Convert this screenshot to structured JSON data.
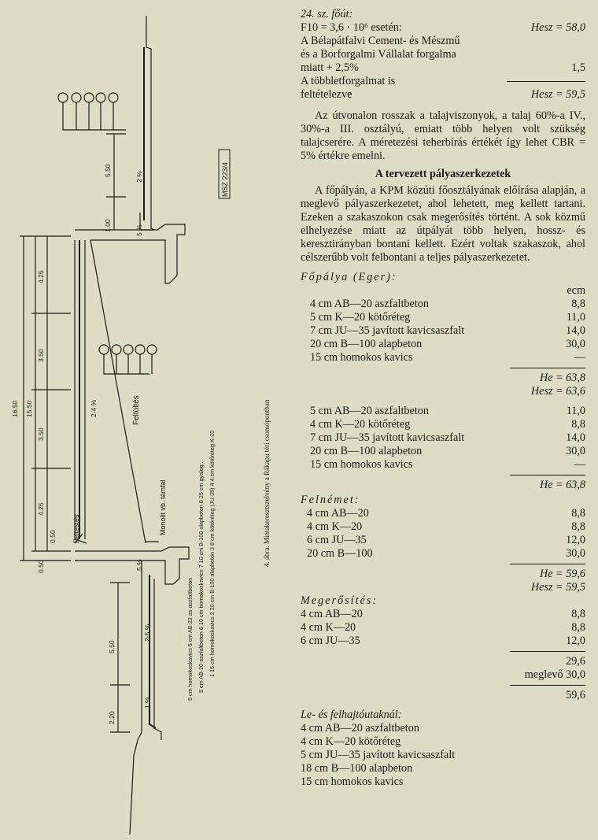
{
  "figure": {
    "caption": "4. ábra. Mintakeresztszelvény a Rákapu téri csomópontban",
    "stamp": "MSZ 223/4",
    "labels": {
      "feltoltes": "Feltöltés",
      "monolit": "Monolit vb. támfal",
      "feltetes": "Feltestés"
    },
    "dims_left": [
      "16.50",
      "15.50"
    ],
    "dims_inner": [
      "4.25",
      "3.50",
      "3.50",
      "4.25"
    ],
    "dims_top": [
      "5.50",
      "1.00"
    ],
    "dims_bottom": [
      "5.50",
      "2.20"
    ],
    "dims_small": [
      "0.50",
      "0.50"
    ],
    "slopes": [
      "2 %",
      "5 %",
      "2-4 %",
      "5 %",
      "2-5 %",
      "1 %"
    ],
    "legend_top": "1 15 cm homokoskavics  2 20 cm B-100 alapbeton  3 8 cm kötőréteg (JU-35)  4 4 cm kötőréteg K-20",
    "legend_mid": "5 cm AB-20 aszfaltbeton  6 10 cm homokoskavics  7 10 cm B-100 alapbeton  8 25 cm gyalog...",
    "legend_bottom": "5 cm homokoskavics  5 cm AB-22 as aszfaltbeton"
  },
  "text": {
    "route": "24. sz. főút:",
    "f10": "F10 = 3,6 · 10⁶ esetén:",
    "hesz1": "Hesz = 58,0",
    "belapatfalvi1": "A Bélapátfalvi Cement- és Mészmű",
    "belapatfalvi2": "és a Borforgalmi Vállalat forgalma",
    "belapatfalvi3": "miatt + 2,5%",
    "belapatfalvi_val": "1,5",
    "tobblet1": "A többletforgalmat is",
    "tobblet2": "feltételezve",
    "hesz2": "Hesz = 59,5",
    "para1": "Az útvonalon rosszak a talajviszonyok, a talaj 60%-a IV., 30%-a III. osztályú, emiatt több helyen volt szükség talajcserére. A méretezési teherbírás értékét így lehet CBR = 5% értékre emelni.",
    "heading": "A tervezett pályaszerkezetek",
    "para2": "A főpályán, a KPM közúti főosztályának előírása alapján, a meglevő pályaszerkezetet, ahol lehetett, meg kellett tartani. Ezeken a szakaszokon csak megerősítés történt. A sok közmű elhelyezése miatt az útpályát több helyen, hossz- és keresztirányban bontani kellett. Ezért voltak szakaszok, ahol célszerűbb volt felbontani a teljes pályaszerkezetet.",
    "fopalya": "Főpálya (Eger):",
    "ecm": "ecm",
    "fopalya_rows": [
      {
        "label": "4 cm AB—20 aszfaltbeton",
        "value": "8,8"
      },
      {
        "label": "5 cm K—20 kötőréteg",
        "value": "11,0"
      },
      {
        "label": "7 cm JU—35 javított kavicsaszfalt",
        "value": "14,0"
      },
      {
        "label": "20 cm B—100 alapbeton",
        "value": "30,0"
      },
      {
        "label": "15 cm homokos kavics",
        "value": "—"
      }
    ],
    "he1": "He = 63,8",
    "hesz3": "Hesz = 63,6",
    "second_rows": [
      {
        "label": "5 cm AB—20 aszfaltbeton",
        "value": "11,0"
      },
      {
        "label": "4 cm K—20 kötőréteg",
        "value": "8,8"
      },
      {
        "label": "7 cm JU—35 javított kavicsaszfalt",
        "value": "14,0"
      },
      {
        "label": "20 cm B—100 alapbeton",
        "value": "30,0"
      },
      {
        "label": "15 cm homokos kavics",
        "value": "—"
      }
    ],
    "he2": "He = 63,8",
    "felnemet": "Felnémet:",
    "felnemet_rows": [
      {
        "label": "4 cm AB—20",
        "value": "8,8"
      },
      {
        "label": "4 cm K—20",
        "value": "8,8"
      },
      {
        "label": "6 cm JU—35",
        "value": "12,0"
      },
      {
        "label": "20 cm B—100",
        "value": "30,0"
      }
    ],
    "he3": "He = 59,6",
    "hesz4": "Hesz = 59,5",
    "megerosites": "Megerősítés:",
    "megerosites_rows": [
      {
        "label": "4 cm AB—20",
        "value": "8,8"
      },
      {
        "label": "4 cm K—20",
        "value": "8,8"
      },
      {
        "label": "6 cm JU—35",
        "value": "12,0"
      }
    ],
    "sum1": "29,6",
    "meglevo": "meglevő 30,0",
    "sum2": "59,6",
    "lefel": "Le- és felhajtóutaknál:",
    "lefel_rows": [
      "4 cm AB—20 aszfaltbeton",
      "4 cm K—20 kötőréteg",
      "5 cm JU—35 javított kavicsaszfalt",
      "18 cm B—100 alapbeton",
      "15 cm homokos kavics"
    ]
  }
}
